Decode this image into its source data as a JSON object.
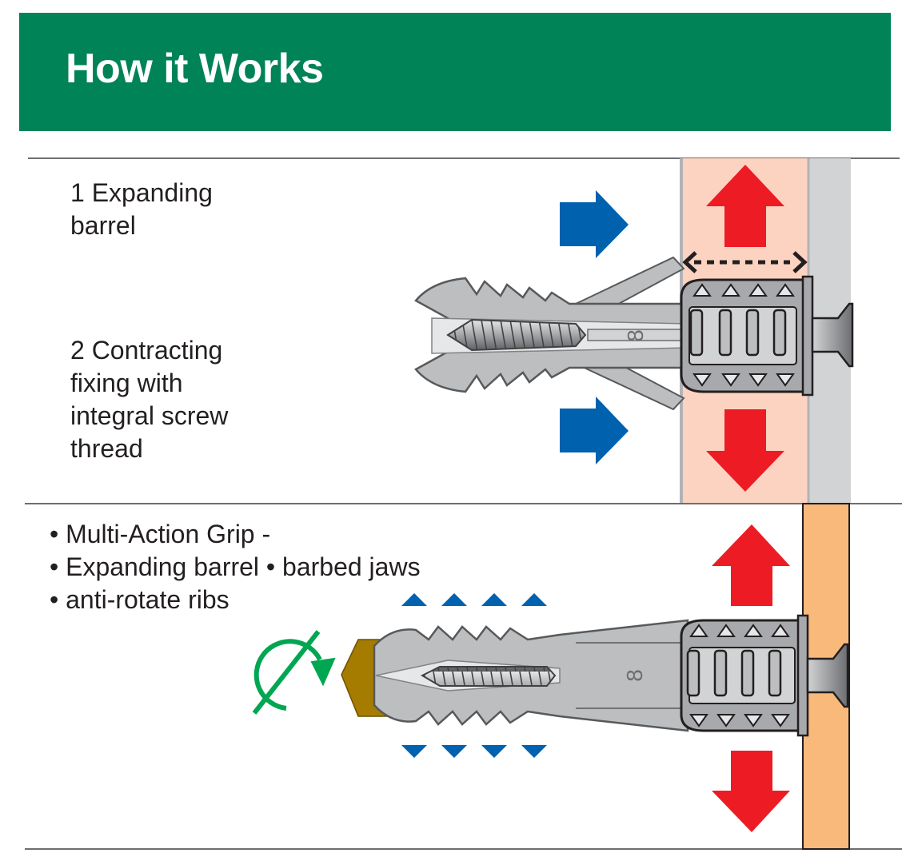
{
  "header": {
    "title": "How it Works"
  },
  "panel1": {
    "label_expanding": [
      "1 Expanding",
      "barrel"
    ],
    "label_contracting": [
      "2 Contracting",
      "fixing with",
      "integral screw",
      "thread"
    ],
    "plug_marking": "8"
  },
  "panel2": {
    "bullets": [
      "• Multi-Action Grip -",
      "• Expanding barrel • barbed jaws",
      "• anti-rotate ribs"
    ],
    "plug_marking": "8"
  },
  "colors": {
    "header_green": "#008357",
    "arrow_red": "#ed1c24",
    "arrow_blue": "#0061ae",
    "rotate_green": "#00a651",
    "wall_pink": "#fcd3c1",
    "wall_grey": "#d1d3d4",
    "wood_orange": "#f9b97a",
    "plug_grey": "#bcbec0",
    "drill_gold": "#a57c00"
  }
}
